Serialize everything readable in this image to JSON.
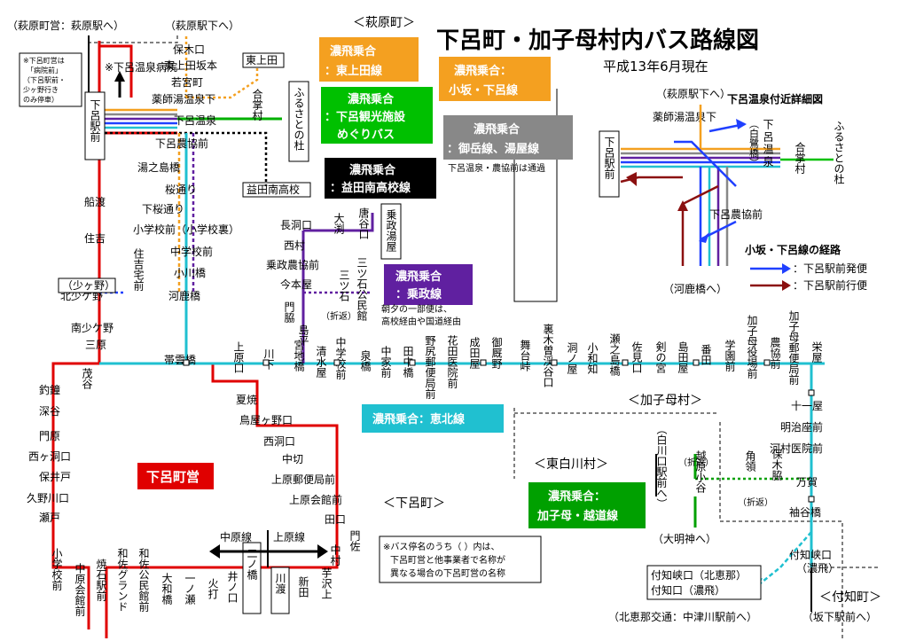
{
  "title": "下呂町・加子母村内バス路線図",
  "as_of": "平成13年6月現在",
  "colors": {
    "gero_town": "#e00000",
    "higashi_ueda": "#f4a020",
    "kosaka_gero": "#f4a020",
    "kanko_meguri": "#00b000",
    "masuda_minami": "#000000",
    "ontake_yuya": "#888888",
    "masuda": "#6020a0",
    "keihoku": "#20c0d0",
    "kashimo_koshi": "#00a000",
    "route_blue": "#2040ff",
    "route_darkred": "#8b1010"
  },
  "region_labels": {
    "hagiwara_town": "＜萩原町＞",
    "gero_town_south": "＜下呂町＞",
    "kashimo_village": "＜加子母村＞",
    "higashishirakawa": "＜東白川村＞",
    "tsukechi_town": "＜付知町＞"
  },
  "top_labels": {
    "hagiwara_eki": "（萩原町営：萩原駅へ）",
    "hagiwara_ekishita": "（萩原駅下へ）"
  },
  "route_boxes": {
    "higashi_ueda": {
      "line1": "濃飛乗合",
      "line2": "：東上田線"
    },
    "kosaka_gero": {
      "line1": "濃飛乗合：",
      "line2": "小坂・下呂線"
    },
    "kanko_meguri": {
      "line1": "濃飛乗合",
      "line2": "：下呂観光施設",
      "line3": "めぐりバス"
    },
    "ontake_yuya": {
      "line1": "濃飛乗合",
      "line2": "：御岳線、湯屋線"
    },
    "masuda_minami": {
      "line1": "濃飛乗合",
      "line2": "：益田南高校線"
    },
    "masuda": {
      "line1": "濃飛乗合",
      "line2": "：乗政線"
    },
    "keihoku": {
      "label": "濃飛乗合：恵北線"
    },
    "kashimo_koshi": {
      "line1": "濃飛乗合：",
      "line2": "加子母・越道線"
    },
    "gero_choei": {
      "label": "下呂町営"
    }
  },
  "notes": {
    "gero_byoin_note": [
      "※下呂町営は",
      "「病院前」",
      "（下呂駅前・",
      "少ヶ野行き",
      "のみ停車）"
    ],
    "gero_nokyo_pass": "下呂温泉・農協前は通過",
    "asayuu_note": [
      "朝夕の一部便は、",
      "高校経由や国道経由"
    ],
    "bottom_note": [
      "※バス停名のうち（ ）内は、",
      "下呂町営と他事業者で名称が",
      "異なる場合の下呂町営の名称"
    ],
    "oryu": "（折返）",
    "oryu2": "（折返）"
  },
  "detail_inset": {
    "title": "下呂温泉付近詳細図",
    "hagiwara_ekishita": "（萩原駅下へ）",
    "yakushi": "薬師湯温泉下",
    "gero_onsen_shiro": [
      "下",
      "呂",
      "温",
      "泉"
    ],
    "gero_shirasagi": "（白鷺橋）",
    "gassho": "合掌村",
    "furusato": "ふるさとの杜",
    "gero_eki": "下呂駅前",
    "gero_nokyo": "下呂農協前",
    "kawashika": "（河鹿橋へ）",
    "legend_title": "小坂・下呂線の経路",
    "legend_blue": "：下呂駅前発便",
    "legend_red": "：下呂駅前行便"
  },
  "stops": {
    "hoki": "保木口",
    "higashi_ueda_saka": "東上田坂本",
    "wakamiya": "若宮町",
    "higashi_ueda": "東上田",
    "gero_byoin": "※下呂温泉病院",
    "yakushi": "薬師湯温泉下",
    "gassho": "合掌村",
    "gero_onsen": "下呂温泉",
    "furusato": "ふるさとの杜",
    "gero_eki": "下呂駅前",
    "gero_nokyo": "下呂農協前",
    "yunoshima": "湯之島橋",
    "masuda_minami": "益田南高校",
    "sakuradori": "桜通り",
    "shimosakura": "下桜通り",
    "funato": "船渡",
    "shogakko": "小学校前（小学校裏）",
    "sumiyoshi": "住吉",
    "chugakko": "中学校前",
    "ogawa": "小川橋",
    "shogano_box": "（少ヶ野）",
    "kitashogano": "北少ケ野",
    "sumiyoshi_takutei": "住吉宅前",
    "kashika": "河鹿橋",
    "minamishogano": "南少ケ野",
    "sangen": "三原",
    "shigeru": "茂谷",
    "tsurugane": "釣鐘",
    "fukatani": "深谷",
    "kadohara": "門原",
    "nishigahora": "西ヶ洞口",
    "hoi": "保井戸",
    "kuno": "久野川口",
    "seto": "瀬戸",
    "shogakko2": "小学校前",
    "nakahara_kaikan": "中原会館前",
    "yakeishi": "焼石駅前",
    "wasa_ground": "和佐グランド",
    "wasa_kominkan": "和佐公民館前",
    "owa": "大和橋",
    "ichinose": "一ノ瀬",
    "hiuchi": "火打",
    "inonokuchi": "井ノ口",
    "ninohashi": "二ノ橋",
    "kawato": "川渡",
    "shinta": "新田",
    "imozawa": "芋沢上",
    "nakamura": "中村",
    "monsa": "門佐",
    "tanokuchi": "田口",
    "ueharakaikan": "上原会館前",
    "uehara_yubin": "上原郵便局前",
    "nakagiri": "中切",
    "nishihora": "西洞口",
    "toriyagahora": "鳥屋ヶ野口",
    "kayaki": "夏焼",
    "nagahora": "長洞口",
    "nishimura": "西村",
    "masuda_nokyo": "乗政農協前",
    "imamotoya": "今本屋",
    "mitsuishi": "三ツ石",
    "mitsuishi_kominkan": "三ツ石公民館",
    "kadota": "門脇",
    "shimahira": "島平",
    "omagari": "大渕",
    "karatani": "唐谷口",
    "masuda_yuya": "乗政湯屋",
    "taiunbashi": "帯雲橋",
    "uehara": "上原口",
    "kawashimo": "川下",
    "miyachihashi": "宮地橋",
    "shimizuya": "清水屋",
    "chugakko3": "中学校前",
    "izumibashi": "泉橋",
    "nakaya": "中家前",
    "tanaka": "田中橋",
    "nohara_yubin": "野尻郵便局前",
    "hanamachi_iin": "花田医院前",
    "narita": "成田屋",
    "gomiya": "御厩野",
    "butaiToge": "舞台峠",
    "urakiso": "裏木曽渓谷口",
    "horinoya": "洞ノ屋",
    "obiwa": "小和知",
    "senoshima": "瀬之島橋",
    "sami": "佐見口",
    "tsurugi": "剣の宮",
    "shimada": "島田屋",
    "banda": "番田",
    "gakuen": "学園前",
    "kashimo_yakuba": "加子母役場前",
    "nokyo": "農協前",
    "kashimo_yubin": "加子母郵便局前",
    "sakaeya": "栄屋",
    "juichi": "十一屋",
    "meiji": "明治座前",
    "kawamura": "河村医院前",
    "manga": "万賀",
    "kakuryo": "角領",
    "hoshiwaki": "保木脇",
    "oryu_label": "（折返）",
    "sodegi": "袖谷橋",
    "tsukechikyo": "付知峡口",
    "tsukechikyo_nohi": "（濃飛）",
    "tsukechi_box1": "付知峡口（北恵那）",
    "tsukechi_box2": "付知口（濃飛）",
    "sakashita": "（坂下駅前へ）",
    "nakatsugawa": "（北恵那交通：中津川駅前へ）",
    "shirakawa": "（白川口駅前へ）",
    "koshi": "越原小谷",
    "omyo": "（大明神へ）",
    "nakaharasen": "中原線",
    "ueharasen": "上原線"
  }
}
